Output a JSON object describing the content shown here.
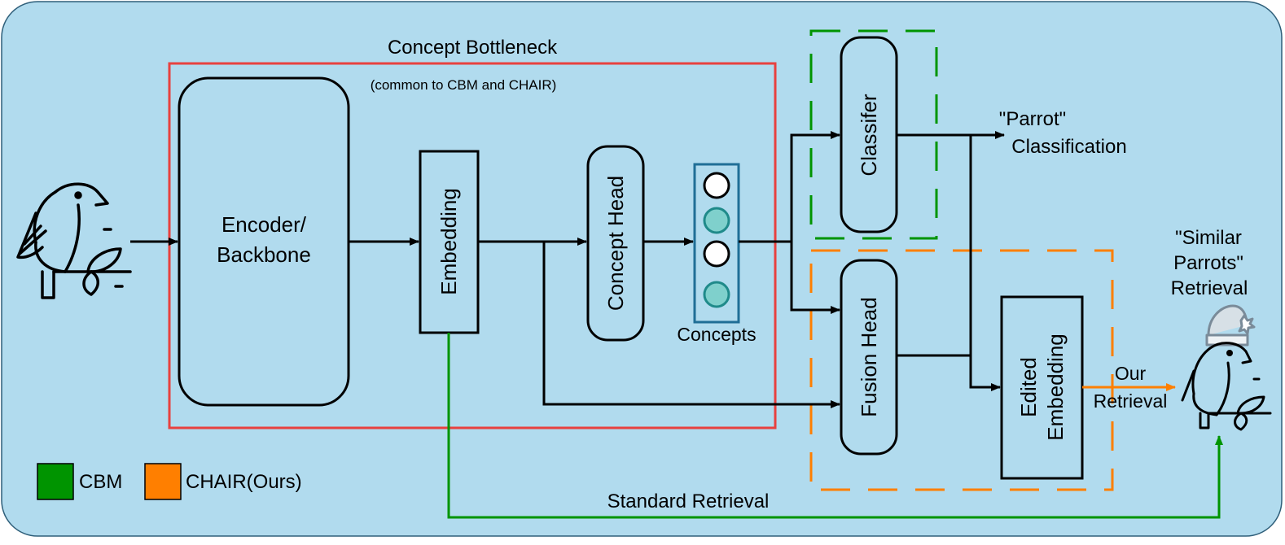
{
  "diagram": {
    "bottleneck_title": "Concept Bottleneck",
    "bottleneck_subtitle": "(common to CBM and CHAIR)",
    "encoder_line1": "Encoder/",
    "encoder_line2": "Backbone",
    "embedding": "Embedding",
    "concept_head": "Concept Head",
    "concepts": "Concepts",
    "classifier": "Classifer",
    "fusion_head": "Fusion Head",
    "edited_line1": "Edited",
    "edited_line2": "Embedding",
    "parrot_line1": "\"Parrot\"",
    "parrot_line2": "Classification",
    "similar_line1": "\"Similar",
    "similar_line2": "Parrots\"",
    "similar_line3": "Retrieval",
    "our_line1": "Our",
    "our_line2": "Retrieval",
    "standard_retrieval": "Standard Retrieval"
  },
  "legend": [
    {
      "label": "CBM",
      "color": "#009400"
    },
    {
      "label": "CHAIR(Ours)",
      "color": "#ff7f00"
    }
  ],
  "colors": {
    "background": "#b1dbee",
    "bottleneck_border": "#e8413f",
    "cbm": "#009400",
    "chair": "#ff7f00",
    "concept_box": "#1f6e96",
    "concept_node_teal": "#7fd0cc"
  }
}
